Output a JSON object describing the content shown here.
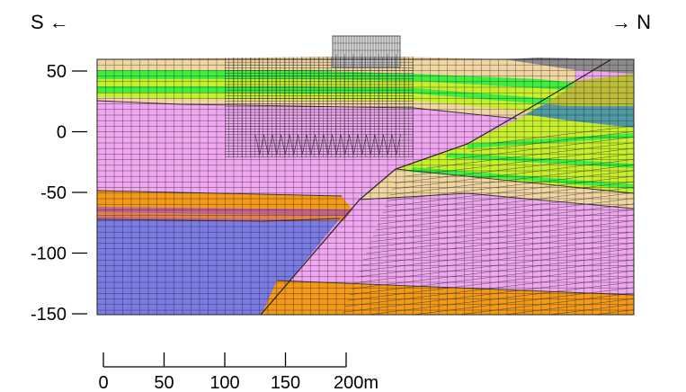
{
  "direction": {
    "left": "S ←",
    "right": "→ N"
  },
  "depth_axis": {
    "ticks": [
      {
        "value": 50,
        "label": "50"
      },
      {
        "value": 0,
        "label": "0"
      },
      {
        "value": -50,
        "label": "-50"
      },
      {
        "value": -100,
        "label": "-100"
      },
      {
        "value": -150,
        "label": "-150"
      }
    ]
  },
  "scale_bar": {
    "ticks": [
      {
        "value": 0,
        "label": "0"
      },
      {
        "value": 50,
        "label": "50"
      },
      {
        "value": 100,
        "label": "100"
      },
      {
        "value": 150,
        "label": "150"
      },
      {
        "value": 200,
        "label": "200m"
      }
    ]
  },
  "colors": {
    "pink": "#f0a6f0",
    "blue": "#7b7be6",
    "orange": "#f59a16",
    "mauve": "#c2628c",
    "tan": "#f2d6a2",
    "lime": "#c8f02a",
    "green": "#3ef03e",
    "olive": "#bdbd38",
    "teal": "#4f9aa2",
    "gray": "#8c8c8c",
    "lightgray": "#d8d8d8",
    "mesh": "#222222"
  }
}
